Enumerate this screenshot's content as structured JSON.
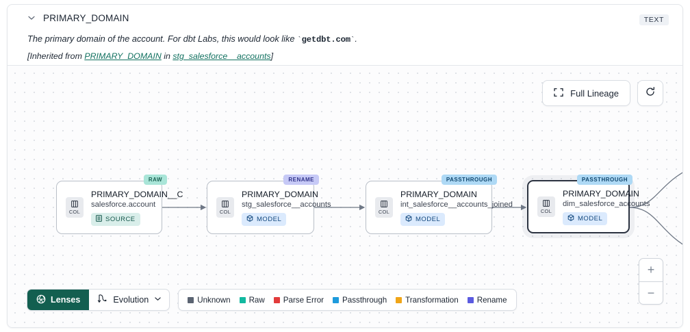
{
  "header": {
    "chevron_icon": "chevron-down-icon",
    "title": "PRIMARY_DOMAIN",
    "type_badge": "TEXT"
  },
  "description": {
    "prefix": "The primary domain of the account. For dbt Labs, this would look like ",
    "code": "getdbt.com",
    "suffix": ".",
    "backtick": "`"
  },
  "inherited": {
    "open_bracket": "[",
    "label_from": "Inherited from ",
    "link_column": "PRIMARY_DOMAIN",
    "label_in": " in ",
    "link_model": "stg_salesforce__accounts",
    "close_bracket": "]"
  },
  "controls": {
    "full_lineage_label": "Full Lineage",
    "full_lineage_icon": "expand-corners-icon",
    "refresh_icon": "refresh-icon",
    "zoom_in_label": "+",
    "zoom_out_label": "−"
  },
  "nodes": [
    {
      "column_icon_label": "COL",
      "title": "PRIMARY_DOMAIN__C",
      "subtitle": "salesforce.account",
      "tag": "SOURCE",
      "tag_type": "source",
      "pill": "RAW",
      "pill_type": "raw",
      "selected": false
    },
    {
      "column_icon_label": "COL",
      "title": "PRIMARY_DOMAIN",
      "subtitle": "stg_salesforce__accounts",
      "tag": "MODEL",
      "tag_type": "model",
      "pill": "RENAME",
      "pill_type": "rename",
      "selected": false
    },
    {
      "column_icon_label": "COL",
      "title": "PRIMARY_DOMAIN",
      "subtitle": "int_salesforce__accounts_joined",
      "tag": "MODEL",
      "tag_type": "model",
      "pill": "PASSTHROUGH",
      "pill_type": "passthrough",
      "selected": false
    },
    {
      "column_icon_label": "COL",
      "title": "PRIMARY_DOMAIN",
      "subtitle": "dim_salesforce_accounts",
      "tag": "MODEL",
      "tag_type": "model",
      "pill": "PASSTHROUGH",
      "pill_type": "passthrough",
      "selected": true
    }
  ],
  "toolbar": {
    "lenses_label": "Lenses",
    "lenses_icon": "aperture-icon",
    "evolution_label": "Evolution",
    "evolution_icon": "evolution-icon",
    "evolution_chevron_icon": "chevron-down-icon"
  },
  "legend": {
    "items": [
      {
        "label": "Unknown",
        "color": "#5b6472"
      },
      {
        "label": "Raw",
        "color": "#12b9a0"
      },
      {
        "label": "Parse Error",
        "color": "#e23b3b"
      },
      {
        "label": "Passthrough",
        "color": "#1e9bdc"
      },
      {
        "label": "Transformation",
        "color": "#f0a518"
      },
      {
        "label": "Rename",
        "color": "#5b5be0"
      }
    ]
  }
}
